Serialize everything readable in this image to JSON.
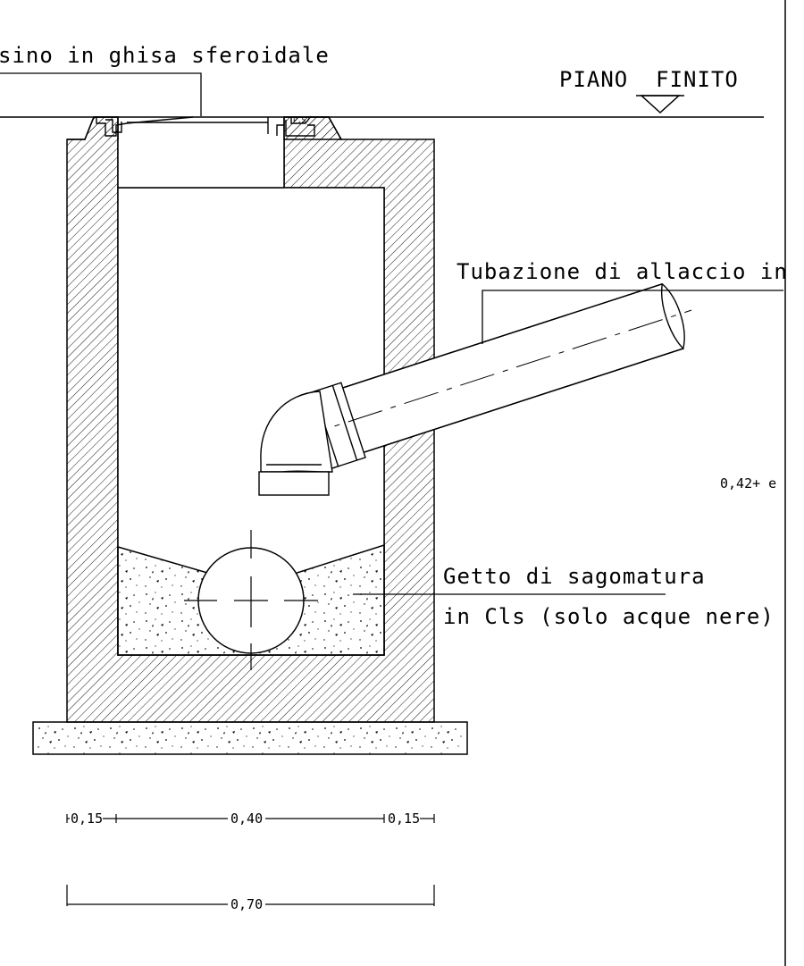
{
  "labels": {
    "cover_label": "sino in ghisa sferoidale",
    "finish_level": "PIANO  FINITO",
    "pipe_label": "Tubazione di allaccio in",
    "fill_label_line1": "Getto di sagomatura",
    "fill_label_line2": "in Cls (solo acque nere)",
    "side_dim": "0,42+ e"
  },
  "dimensions": {
    "wall_left": "0,15",
    "inner": "0,40",
    "wall_right": "0,15",
    "total": "0,70"
  }
}
